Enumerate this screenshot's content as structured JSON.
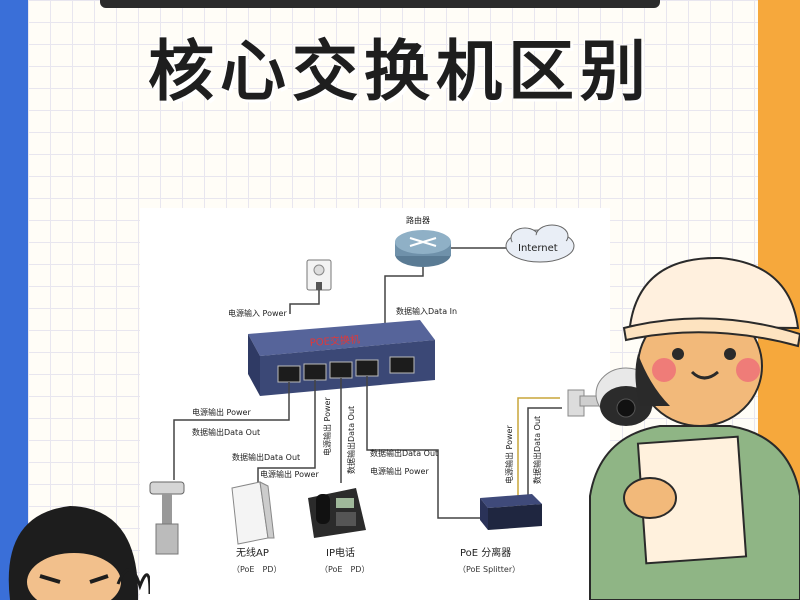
{
  "page": {
    "title": "核心交换机区别"
  },
  "diagram": {
    "router_label": "路由器",
    "internet_label": "Internet",
    "switch_name": "POE交换机",
    "power_input": "电源输入 Power",
    "data_input": "数据输入Data In",
    "power_output": "电源输出 Power",
    "data_output": "数据输出Data Out",
    "devices": [
      {
        "name": "无线AP",
        "sub": "（PoE　PD）"
      },
      {
        "name": "IP电话",
        "sub": "（PoE　PD）"
      },
      {
        "name": "PoE 分离器",
        "sub": "（PoE Splitter）"
      }
    ]
  },
  "colors": {
    "background": "#f6a83c",
    "strip": "#3a6fd8",
    "switch_body": "#3b4876",
    "switch_label": "#e0383a"
  }
}
